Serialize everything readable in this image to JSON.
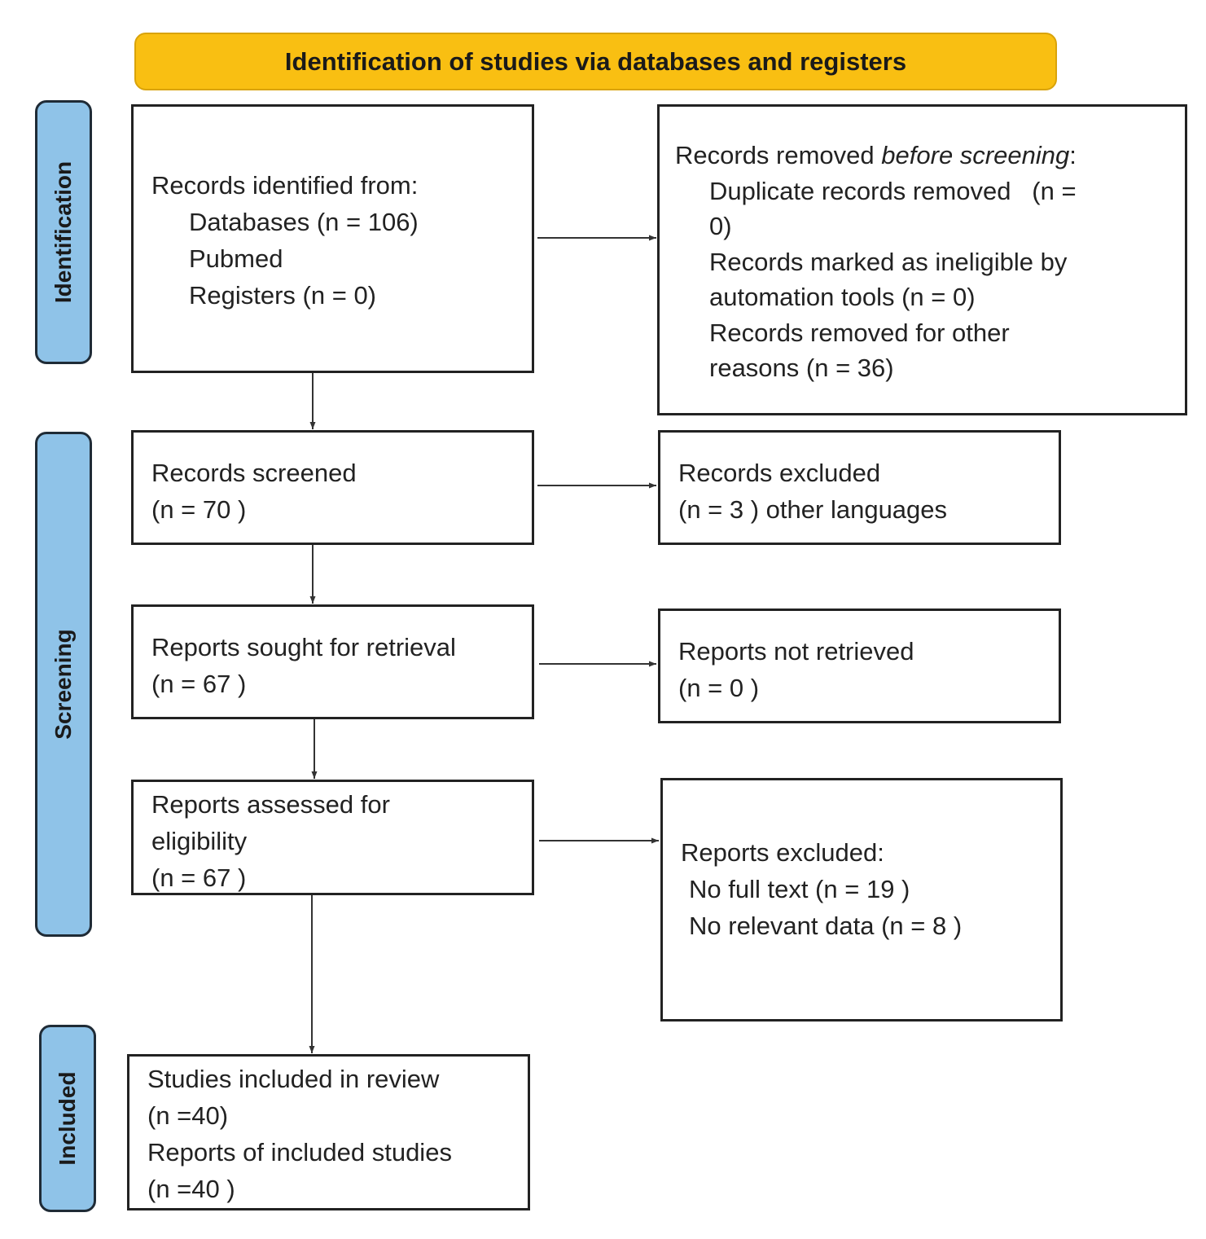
{
  "header": {
    "title": "Identification of studies via databases and registers"
  },
  "phases": {
    "identification": "Identification",
    "screening": "Screening",
    "included": "Included"
  },
  "boxes": {
    "records_identified": {
      "heading": "Records identified from:",
      "databases": "Databases (n = 106)",
      "pubmed": "Pubmed",
      "registers": "Registers (n = 0)"
    },
    "records_removed": {
      "heading_prefix": "Records removed ",
      "heading_em": "before screening",
      "heading_suffix": ":",
      "duplicate_line1": "Duplicate records removed   (n =",
      "duplicate_line2": "0)",
      "ineligible_line1": "Records marked as ineligible by",
      "ineligible_line2": "automation tools (n = 0)",
      "other_line1": "Records removed for other",
      "other_line2": "reasons (n = 36)"
    },
    "records_screened": {
      "line1": "Records screened",
      "line2": "(n = 70 )"
    },
    "records_excluded": {
      "line1": "Records excluded",
      "line2": "(n = 3 ) other languages"
    },
    "reports_sought": {
      "line1": "Reports sought for retrieval",
      "line2": "(n = 67 )"
    },
    "reports_not_retrieved": {
      "line1": "Reports not retrieved",
      "line2": "(n = 0 )"
    },
    "reports_assessed": {
      "line1": "Reports assessed for",
      "line2": "eligibility",
      "line3": "(n = 67 )"
    },
    "reports_excluded": {
      "heading": "Reports excluded:",
      "no_full_text": "No full text (n = 19 )",
      "no_relevant": "No relevant data (n = 8 )"
    },
    "studies_included": {
      "line1": "Studies included in review",
      "line2": "(n =40)",
      "line3": "Reports of included studies",
      "line4": "(n =40 )"
    }
  },
  "colors": {
    "header_fill": "#f9bf12",
    "phase_fill": "#8fc3e8",
    "border": "#222222"
  }
}
